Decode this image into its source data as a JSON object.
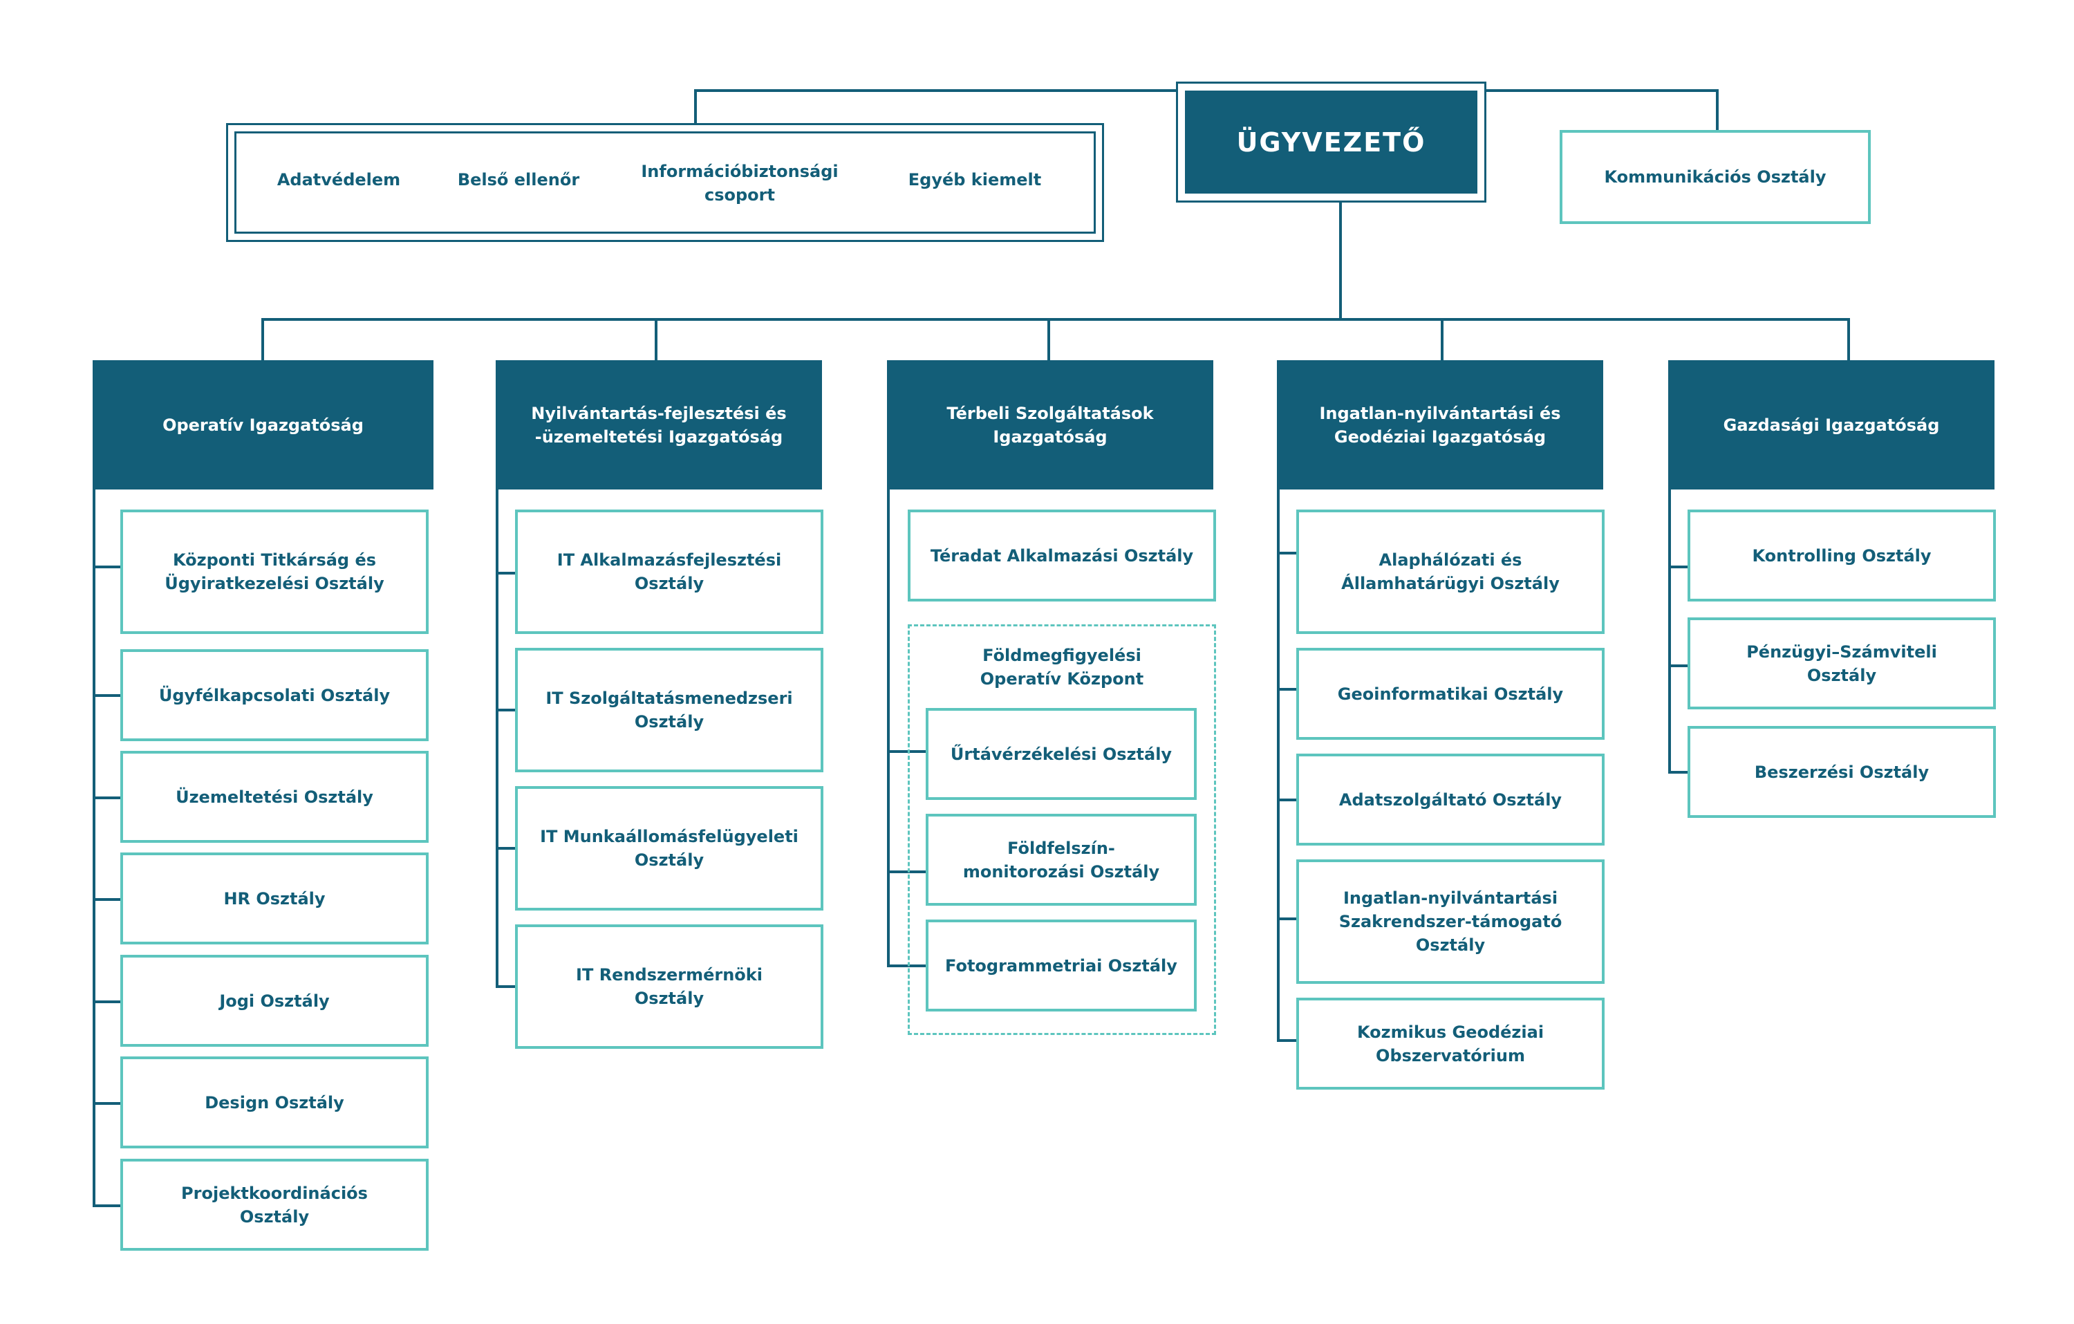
{
  "ceo": "ÜGYVEZETŐ",
  "staff_units": [
    "Adatvédelem",
    "Belső ellenőr",
    "Információbiztonsági\ncsoport",
    "Egyéb kiemelt"
  ],
  "communications": "Kommunikációs Osztály",
  "directorates": [
    {
      "title": "Operatív Igazgatóság",
      "departments": [
        "Központi Titkárság és\nÜgyiratkezelési Osztály",
        "Ügyfélkapcsolati Osztály",
        "Üzemeltetési Osztály",
        "HR Osztály",
        "Jogi Osztály",
        "Design Osztály",
        "Projektkoordinációs\nOsztály"
      ]
    },
    {
      "title": "Nyilvántartás-fejlesztési és\n-üzemeltetési Igazgatóság",
      "departments": [
        "IT Alkalmazásfejlesztési\nOsztály",
        "IT Szolgáltatásmenedzseri\nOsztály",
        "IT Munkaállomásfelügyeleti\nOsztály",
        "IT Rendszermérnöki\nOsztály"
      ]
    },
    {
      "title": "Térbeli Szolgáltatások\nIgazgatóság",
      "departments": [
        "Téradat Alkalmazási Osztály"
      ],
      "center": {
        "title": "Földmegfigyelési\nOperatív Központ",
        "departments": [
          "Űrtávérzékelési Osztály",
          "Földfelszín-\nmonitorozási Osztály",
          "Fotogrammetriai  Osztály"
        ]
      }
    },
    {
      "title": "Ingatlan-nyilvántartási és\nGeodéziai Igazgatóság",
      "departments": [
        "Alaphálózati és\nÁllamhatárügyi Osztály",
        "Geoinformatikai Osztály",
        "Adatszolgáltató Osztály",
        "Ingatlan-nyilvántartási\nSzakrendszer-támogató\nOsztály",
        "Kozmikus Geodéziai\nObszervatórium"
      ]
    },
    {
      "title": "Gazdasági Igazgatóság",
      "departments": [
        "Kontrolling Osztály",
        "Pénzügyi–Számviteli\nOsztály",
        "Beszerzési Osztály"
      ]
    }
  ],
  "colors": {
    "dark": "#135e78",
    "accent": "#5dc5be",
    "background": "#ffffff"
  }
}
